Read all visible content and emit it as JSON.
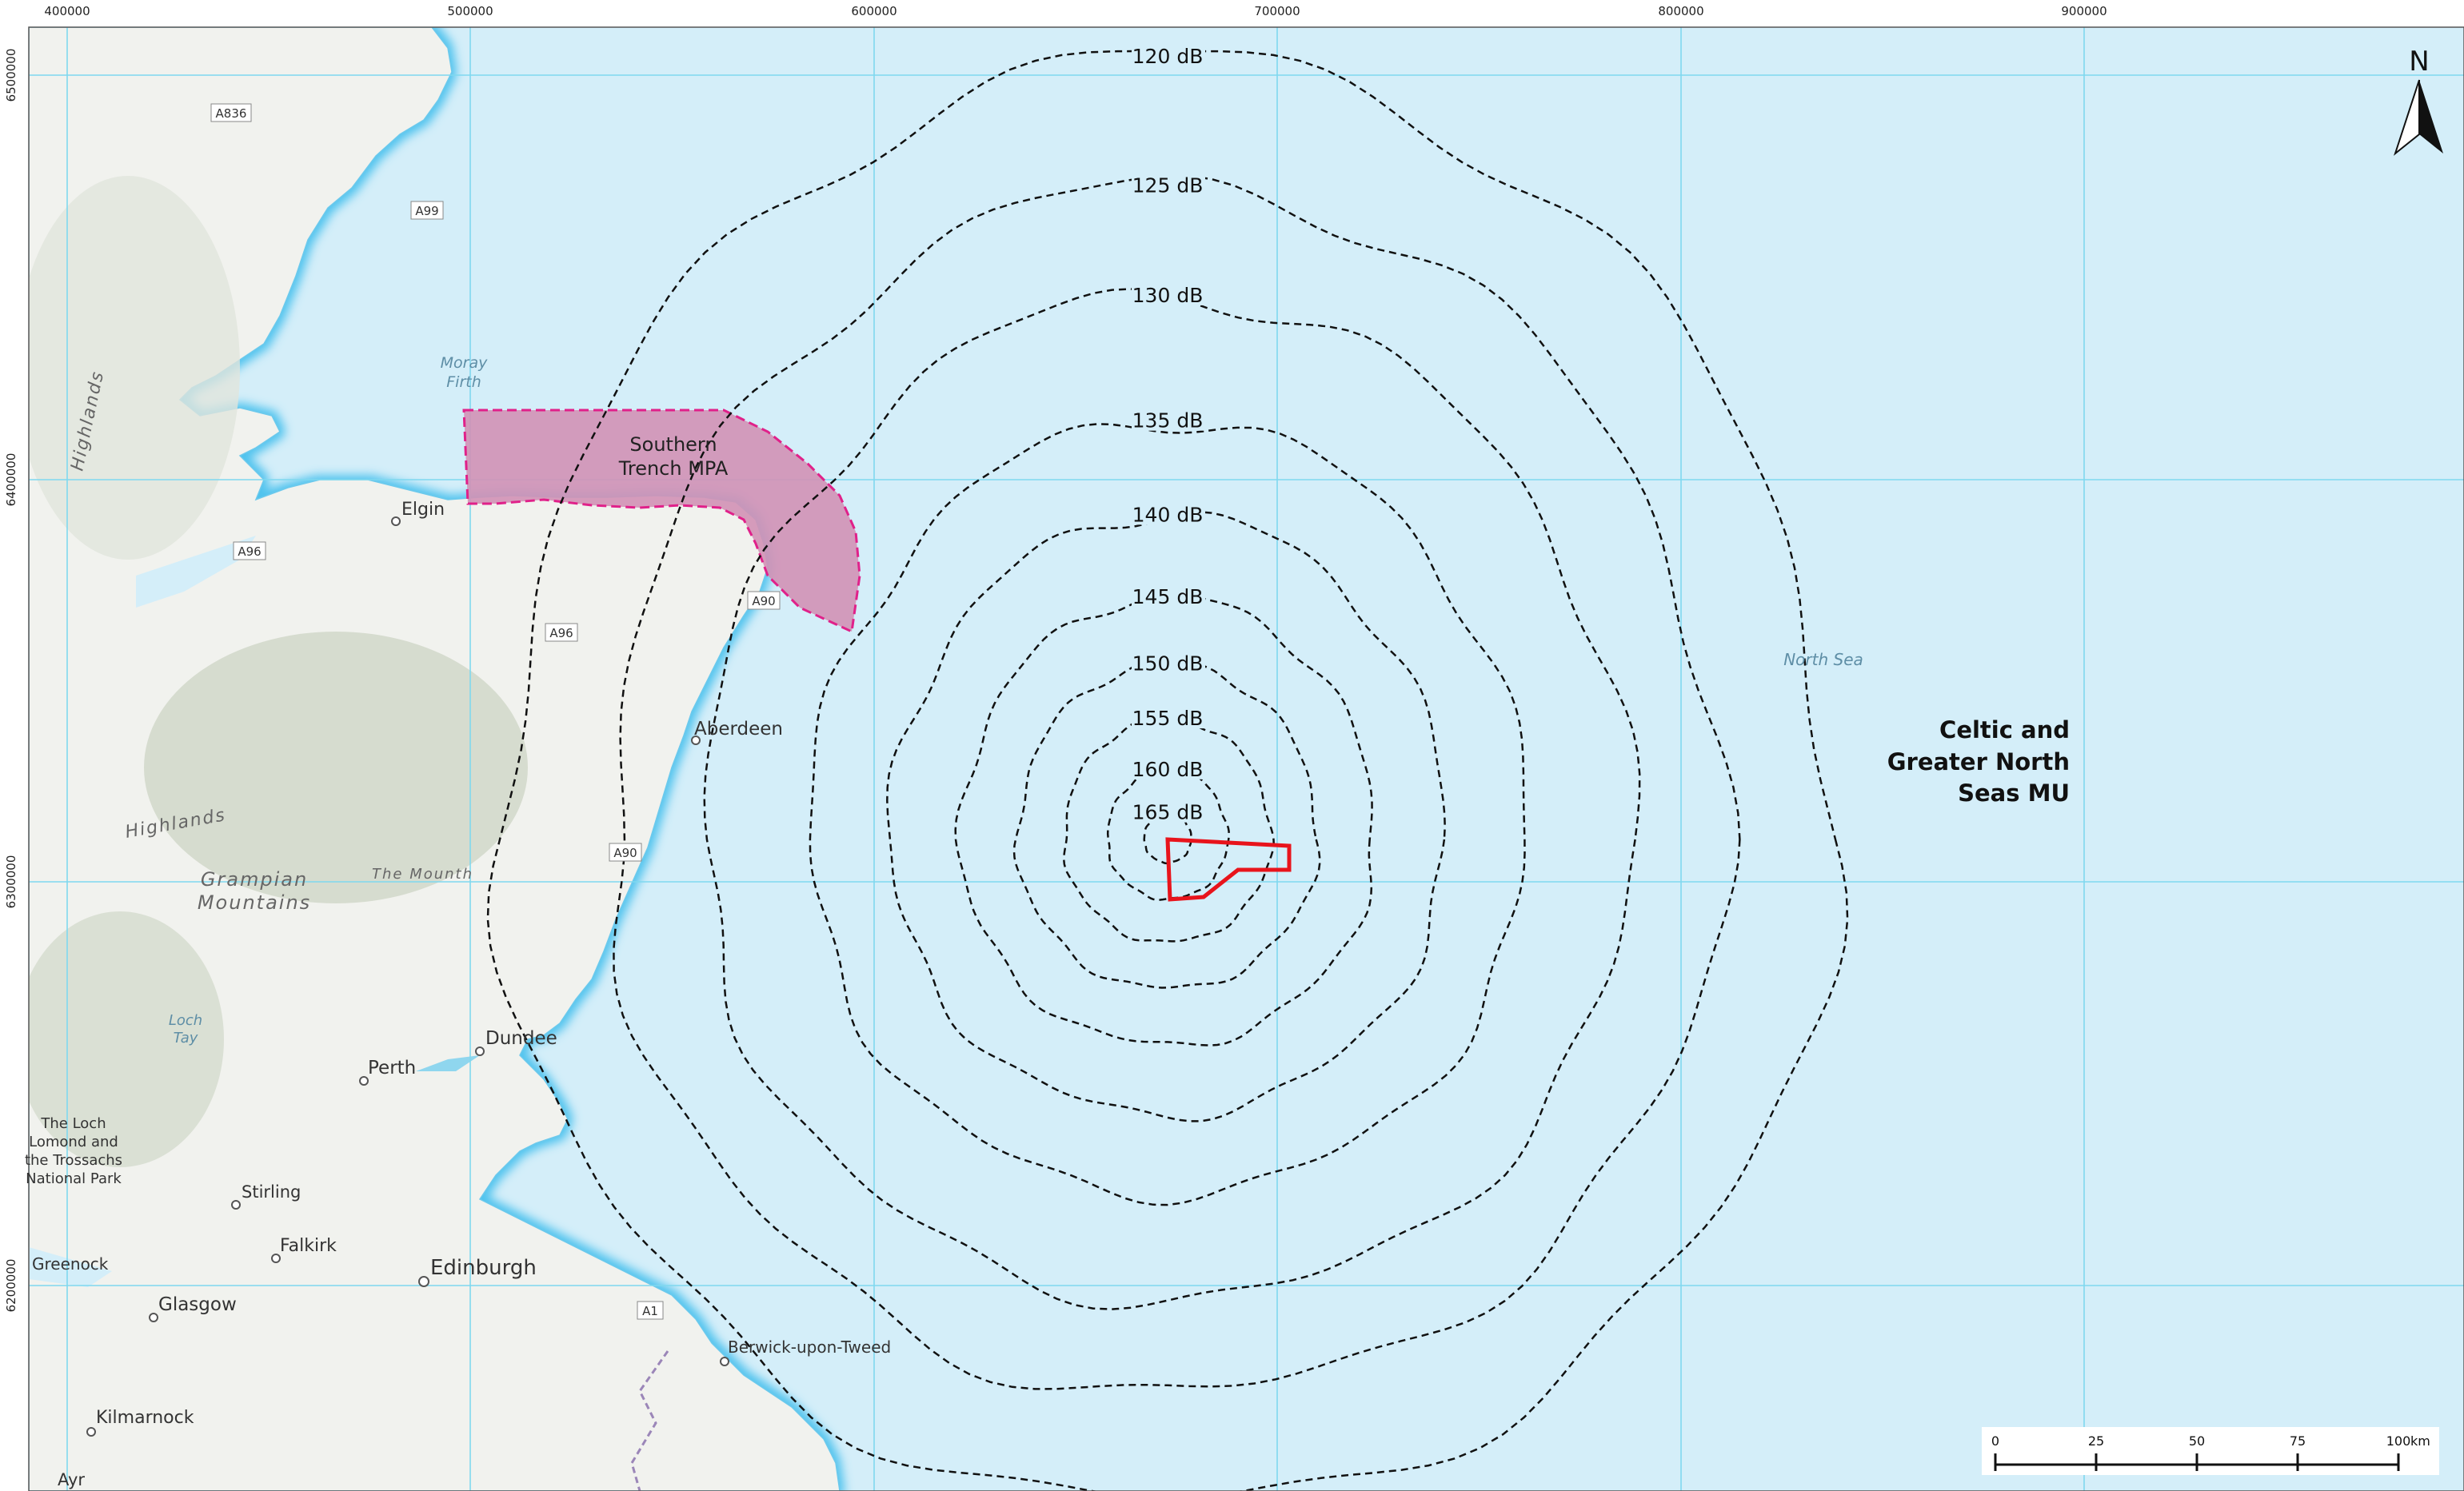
{
  "map": {
    "mu_label_lines": [
      "Celtic and",
      "Greater North",
      "Seas MU"
    ],
    "north_arrow_label": "N",
    "mpa_label_lines": [
      "Southern",
      "Trench MPA"
    ],
    "sea_label": "North Sea",
    "firth_label_lines": [
      "Moray",
      "Firth"
    ],
    "loch_label_lines": [
      "Loch",
      "Tay"
    ],
    "park_label_lines": [
      "The Loch",
      "Lomond and",
      "the Trossachs",
      "National Park"
    ],
    "terrain_labels": {
      "highlands_north": "Highlands",
      "highlands_south": "Highlands",
      "grampian": [
        "Grampian",
        "Mountains"
      ],
      "the_mounth": "The Mounth"
    },
    "towns": {
      "elgin": "Elgin",
      "aberdeen": "Aberdeen",
      "dundee": "Dundee",
      "perth": "Perth",
      "stirling": "Stirling",
      "falkirk": "Falkirk",
      "edinburgh": "Edinburgh",
      "glasgow": "Glasgow",
      "greenock": "Greenock",
      "kilmarnock": "Kilmarnock",
      "ayr": "Ayr",
      "berwick": "Berwick-upon-Tweed"
    },
    "roads": {
      "a836": "A836",
      "a99": "A99",
      "a96_west": "A96",
      "a96_east": "A96",
      "a90_north": "A90",
      "a90_south": "A90",
      "a1": "A1"
    },
    "x_ticks": [
      "400000",
      "500000",
      "600000",
      "700000",
      "800000",
      "900000"
    ],
    "y_ticks": [
      "6500000",
      "6400000",
      "6300000",
      "6200000"
    ],
    "contours": [
      {
        "label": "120 dB",
        "r": 1.0
      },
      {
        "label": "125 dB",
        "r": 0.835
      },
      {
        "label": "130 dB",
        "r": 0.695
      },
      {
        "label": "135 dB",
        "r": 0.535
      },
      {
        "label": "140 dB",
        "r": 0.415
      },
      {
        "label": "145 dB",
        "r": 0.31
      },
      {
        "label": "150 dB",
        "r": 0.225
      },
      {
        "label": "155 dB",
        "r": 0.155
      },
      {
        "label": "160 dB",
        "r": 0.09
      },
      {
        "label": "165 dB",
        "r": 0.035
      }
    ],
    "scale_bar": {
      "ticks": [
        "0",
        "25",
        "50",
        "75",
        "100"
      ],
      "unit": "km"
    },
    "colors": {
      "sea": "#d4eef9",
      "land": "#f1f2ee",
      "coast_glow": "#4fc3ee",
      "mpa_fill": "#d291b5",
      "mpa_stroke": "#e0218a",
      "site_outline": "#e8141c",
      "grid": "#7fd8ef",
      "contour": "#111111"
    }
  }
}
